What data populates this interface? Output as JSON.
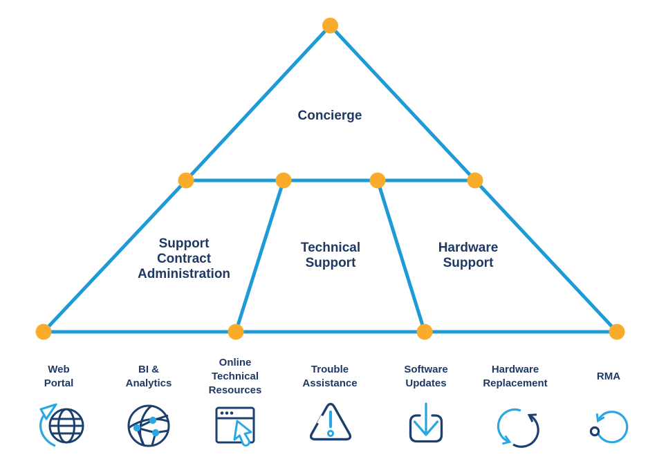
{
  "colors": {
    "line_blue": "#1e9bd7",
    "icon_blue": "#2aa7e0",
    "node_orange": "#f9ab2b",
    "text_navy": "#1f3864",
    "icon_navy": "#1c3f6e",
    "background": "#ffffff"
  },
  "pyramid": {
    "sections": [
      {
        "id": "concierge",
        "label": "Concierge"
      },
      {
        "id": "support-contract-administration",
        "label_lines": [
          "Support",
          "Contract",
          "Administration"
        ]
      },
      {
        "id": "technical-support",
        "label_lines": [
          "Technical",
          "Support"
        ]
      },
      {
        "id": "hardware-support",
        "label_lines": [
          "Hardware",
          "Support"
        ]
      }
    ]
  },
  "services": [
    {
      "id": "web-portal",
      "label_lines": [
        "Web",
        "Portal"
      ],
      "icon": "globe-arrow-icon"
    },
    {
      "id": "bi-analytics",
      "label_lines": [
        "BI &",
        "Analytics"
      ],
      "icon": "network-globe-icon"
    },
    {
      "id": "online-technical-resources",
      "label_lines": [
        "Online",
        "Technical",
        "Resources"
      ],
      "icon": "browser-cursor-icon"
    },
    {
      "id": "trouble-assistance",
      "label_lines": [
        "Trouble",
        "Assistance"
      ],
      "icon": "warning-triangle-icon"
    },
    {
      "id": "software-updates",
      "label_lines": [
        "Software",
        "Updates"
      ],
      "icon": "download-icon"
    },
    {
      "id": "hardware-replacement",
      "label_lines": [
        "Hardware",
        "Replacement"
      ],
      "icon": "refresh-arrows-icon"
    },
    {
      "id": "rma",
      "label": "RMA",
      "icon": "return-arrow-icon"
    }
  ]
}
